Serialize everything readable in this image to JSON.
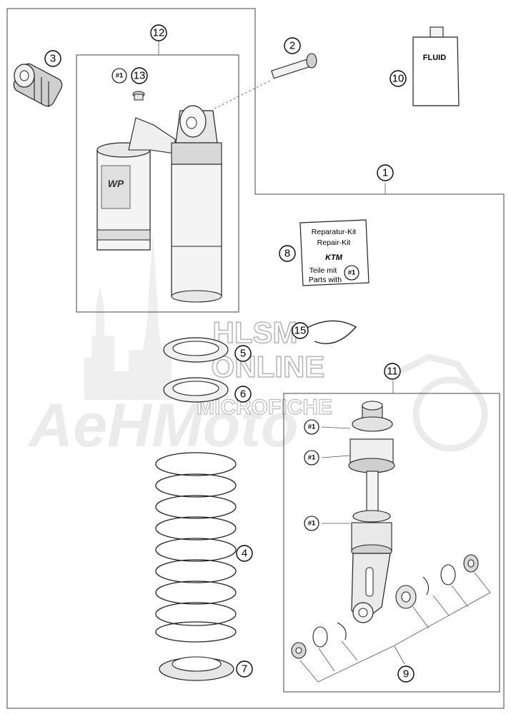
{
  "callouts": {
    "c1": "1",
    "c2": "2",
    "c3": "3",
    "c4": "4",
    "c5": "5",
    "c6": "6",
    "c7": "7",
    "c8": "8",
    "c9": "9",
    "c10": "10",
    "c11": "11",
    "c12": "12",
    "c13": "13",
    "c15": "15"
  },
  "ref_marker": "#1",
  "fluid_label": "FLUID",
  "brand_logo": "WP",
  "repair_kit": {
    "line1": "Reparatur-Kit",
    "line2": "Repair-Kit",
    "logo": "KTM",
    "line3": "Teile mit",
    "line4": "Parts with"
  },
  "watermark": {
    "line1": "HLSM",
    "line2": "ONLINE",
    "line3": "MICROFICHE",
    "brand": "AeHMoto"
  },
  "colors": {
    "line": "#222222",
    "part_fill": "#f2f2f2",
    "part_shade": "#c8c8c8",
    "watermark": "#d9d9d9"
  }
}
